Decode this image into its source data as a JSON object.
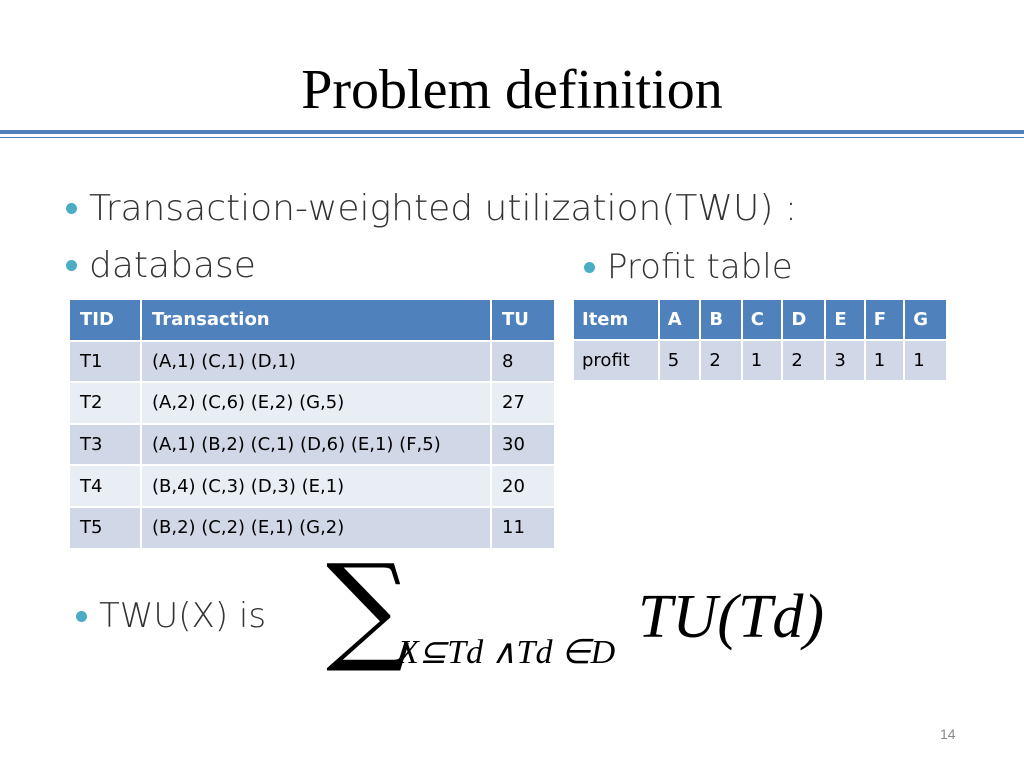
{
  "slide": {
    "title": "Problem definition",
    "page_number": "14"
  },
  "bullets": {
    "twu": "Transaction-weighted utilization(TWU) :",
    "database": "database",
    "profit_table": "Profit table",
    "twu_x": "TWU(X) is"
  },
  "database_table": {
    "headers": [
      "TID",
      "Transaction",
      "TU"
    ],
    "rows": [
      [
        "T1",
        "(A,1) (C,1) (D,1)",
        "8"
      ],
      [
        "T2",
        "(A,2) (C,6) (E,2) (G,5)",
        "27"
      ],
      [
        "T3",
        "(A,1) (B,2) (C,1) (D,6) (E,1) (F,5)",
        "30"
      ],
      [
        "T4",
        "(B,4) (C,3) (D,3) (E,1)",
        "20"
      ],
      [
        "T5",
        "(B,2) (C,2) (E,1) (G,2)",
        "11"
      ]
    ]
  },
  "profit_table": {
    "headers": [
      "Item",
      "A",
      "B",
      "C",
      "D",
      "E",
      "F",
      "G"
    ],
    "row": [
      "profit",
      "5",
      "2",
      "1",
      "2",
      "3",
      "1",
      "1"
    ]
  },
  "formula": {
    "sum_symbol": "∑",
    "subscript": "X⊆Td ∧Td ∈D",
    "term": "TU(Td)"
  },
  "colors": {
    "accent": "#4f81bd",
    "bullet": "#4bacc6",
    "row_odd": "#d0d8e8",
    "row_even": "#e9edf4"
  }
}
